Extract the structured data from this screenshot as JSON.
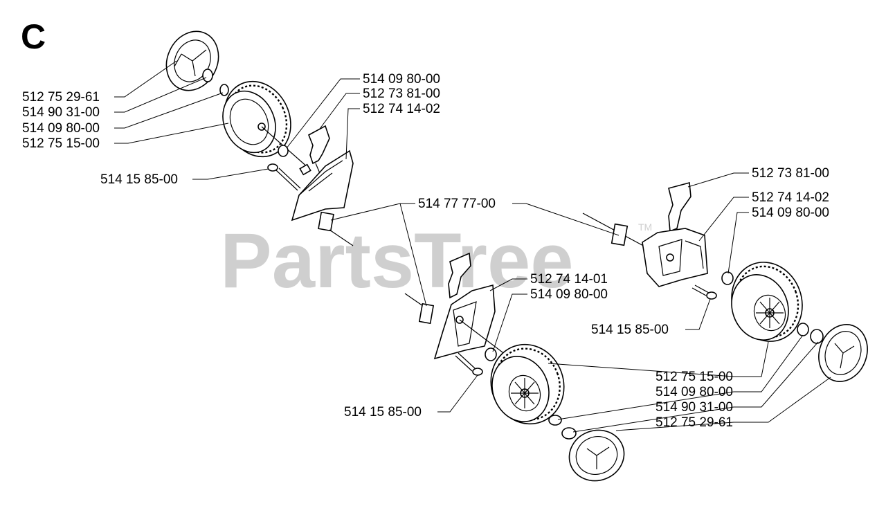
{
  "section_letter": "C",
  "watermark": {
    "text": "PartsTree",
    "trademark": "TM"
  },
  "labels": {
    "l1": "512 75 29-61",
    "l2": "514 90 31-00",
    "l3": "514 09 80-00",
    "l4": "512 75 15-00",
    "l5": "514 09 80-00",
    "l6": "512 73 81-00",
    "l7": "512 74 14-02",
    "l8": "514 15 85-00",
    "l9": "514 77 77-00",
    "l10": "512 74 14-01",
    "l11": "514 09 80-00",
    "l12": "514 15 85-00",
    "l13": "512 73 81-00",
    "l14": "512 74 14-02",
    "l15": "514 09 80-00",
    "l16": "514 15 85-00",
    "l17": "512 75 15-00",
    "l18": "514 09 80-00",
    "l19": "514 90 31-00",
    "l20": "512 75 29-61"
  }
}
